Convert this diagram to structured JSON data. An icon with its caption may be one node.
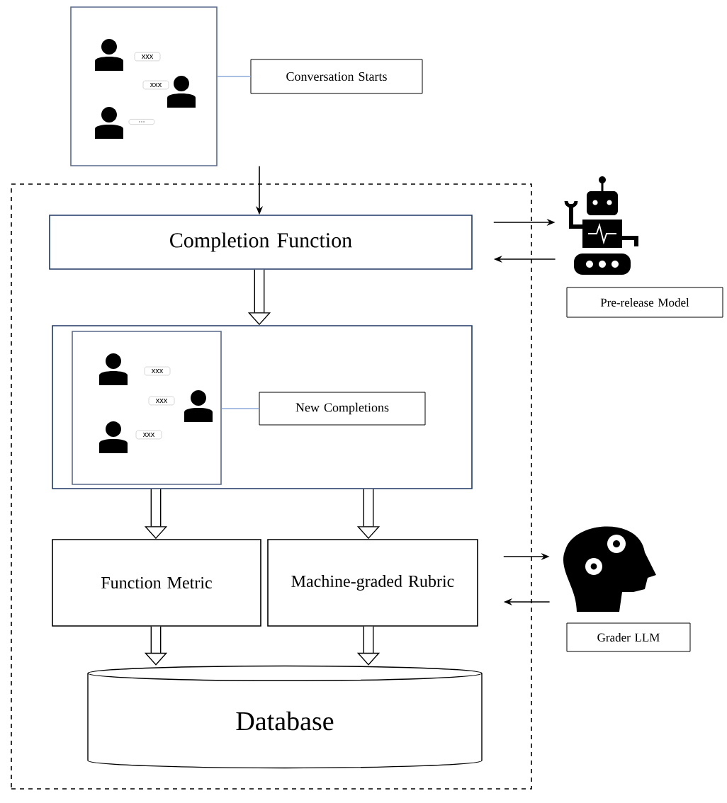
{
  "diagram": {
    "nodes": [
      {
        "text": [
          "xxx",
          "xxx",
          "..."
        ]
      },
      {
        "text": [
          "Conversation Starts"
        ]
      },
      {
        "text": [],
        "shape": "box"
      },
      {
        "text": [
          "Completion Function"
        ],
        "in": 2
      },
      {
        "text": [],
        "shape": "picture"
      },
      {
        "text": [
          "Pre-release Model"
        ]
      },
      {
        "text": [],
        "shape": "box",
        "in": 2
      },
      {
        "text": [
          "xxx",
          "xxx",
          "xxx"
        ],
        "in": 6
      },
      {
        "text": [
          "New Completions"
        ],
        "in": 6
      },
      {
        "text": [
          "Function Metric"
        ],
        "in": 2
      },
      {
        "text": [
          "Machine-graded Rubric"
        ],
        "in": 2
      },
      {
        "text": [],
        "shape": "picture"
      },
      {
        "text": [
          "Grader LLM"
        ]
      },
      {
        "text": [
          "Database"
        ],
        "in": 2
      }
    ],
    "edges": [
      {
        "from": 1,
        "to": 0,
        "arrow": "none",
        "color": "#8eaadb"
      },
      {
        "from": 0,
        "to": 3,
        "arrow": "to"
      },
      {
        "from": 3,
        "to": 4,
        "arrow": "to"
      },
      {
        "from": 4,
        "to": 3,
        "arrow": "to"
      },
      {
        "from": 3,
        "to": 6,
        "arrow": "to",
        "style": "thick"
      },
      {
        "from": 8,
        "to": 7,
        "arrow": "none",
        "color": "#8eaadb"
      },
      {
        "from": 6,
        "to": 9,
        "arrow": "to",
        "style": "thick"
      },
      {
        "from": 6,
        "to": 10,
        "arrow": "to",
        "style": "thick"
      },
      {
        "from": 9,
        "to": 13,
        "arrow": "to",
        "style": "thick"
      },
      {
        "from": 10,
        "to": 13,
        "arrow": "to",
        "style": "thick"
      },
      {
        "from": 10,
        "to": 11,
        "arrow": "to"
      },
      {
        "from": 11,
        "to": 10,
        "arrow": "to"
      }
    ]
  }
}
